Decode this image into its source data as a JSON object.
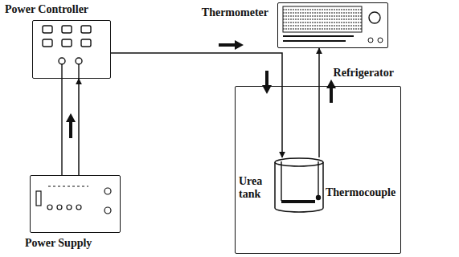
{
  "diagram": {
    "nodes": [
      {
        "text": [
          "Power Controller"
        ]
      },
      {
        "text": [
          "Thermometer"
        ]
      },
      {
        "text": [
          "Refrigerator"
        ]
      },
      {
        "text": [
          "Urea tank"
        ],
        "in": 2
      },
      {
        "text": [
          "Power Supply"
        ]
      }
    ],
    "edges": [
      {
        "from": 4,
        "to": 0,
        "arrow": "to"
      },
      {
        "from": 0,
        "to": 3,
        "arrow": "to"
      },
      {
        "from": 3,
        "to": 1,
        "arrow": "to"
      }
    ],
    "labels": [
      "Thermocouple"
    ]
  }
}
